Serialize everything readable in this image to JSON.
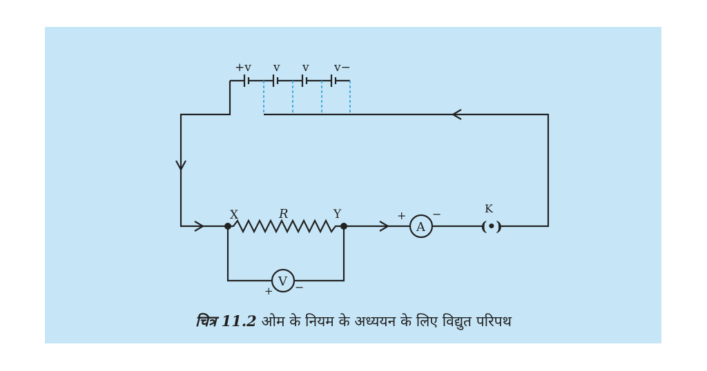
{
  "cells": {
    "labels": [
      "+v",
      "v",
      "v",
      "v−"
    ]
  },
  "nodes": {
    "x_label": "X",
    "y_label": "Y",
    "r_label": "R"
  },
  "ammeter": {
    "symbol": "A",
    "plus": "+",
    "minus": "−"
  },
  "voltmeter": {
    "symbol": "V",
    "plus": "+",
    "minus": "−"
  },
  "key": {
    "label": "K",
    "symbol": "(•)"
  },
  "caption": {
    "figure_number": "चित्र 11.2",
    "text": "ओम के नियम के अध्ययन के लिए विद्युत परिपथ"
  },
  "colors": {
    "panel": "#c6e6f7",
    "wire": "#222222",
    "dashed": "#3aa6d8"
  }
}
